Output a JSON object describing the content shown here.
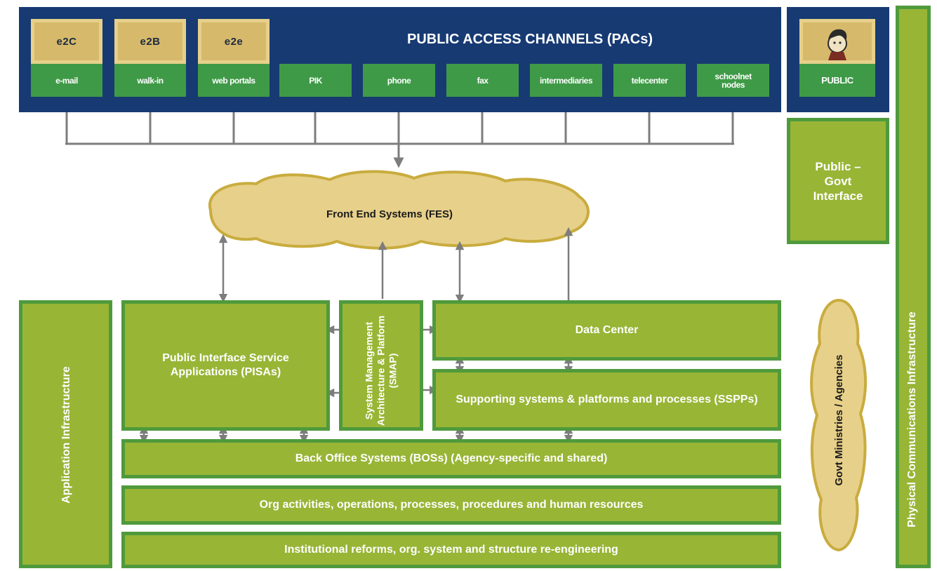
{
  "pac_title": "PUBLIC ACCESS CHANNELS (PACs)",
  "badges": [
    "e2C",
    "e2B",
    "e2e"
  ],
  "channels": [
    "e-mail",
    "walk-in",
    "web portals",
    "PIK",
    "phone",
    "fax",
    "intermediaries",
    "telecenter",
    "schoolnet nodes"
  ],
  "public_label": "PUBLIC",
  "public_govt_interface": "Public – Govt Interface",
  "fes": "Front End Systems (FES)",
  "pisas": "Public Interface Service Applications (PISAs)",
  "smap": "System Management Architecture & Platform (SMAP)",
  "data_center": "Data Center",
  "sspps": "Supporting systems & platforms and processes (SSPPs)",
  "bos": "Back Office Systems (BOSs) (Agency-specific and shared)",
  "org_activities": "Org activities, operations, processes, procedures and human resources",
  "institutional": "Institutional reforms, org. system and structure re-engineering",
  "app_infra": "Application Infrastructure",
  "govt_ministries": "Govt Ministries / Agencies",
  "physical_infra": "Physical Communications Infrastructure",
  "colors": {
    "navy": "#173a73",
    "olive": "#98b536",
    "border_green": "#4f9a3c",
    "channel_green": "#3f9a47",
    "cloud": "#e7d08a"
  }
}
